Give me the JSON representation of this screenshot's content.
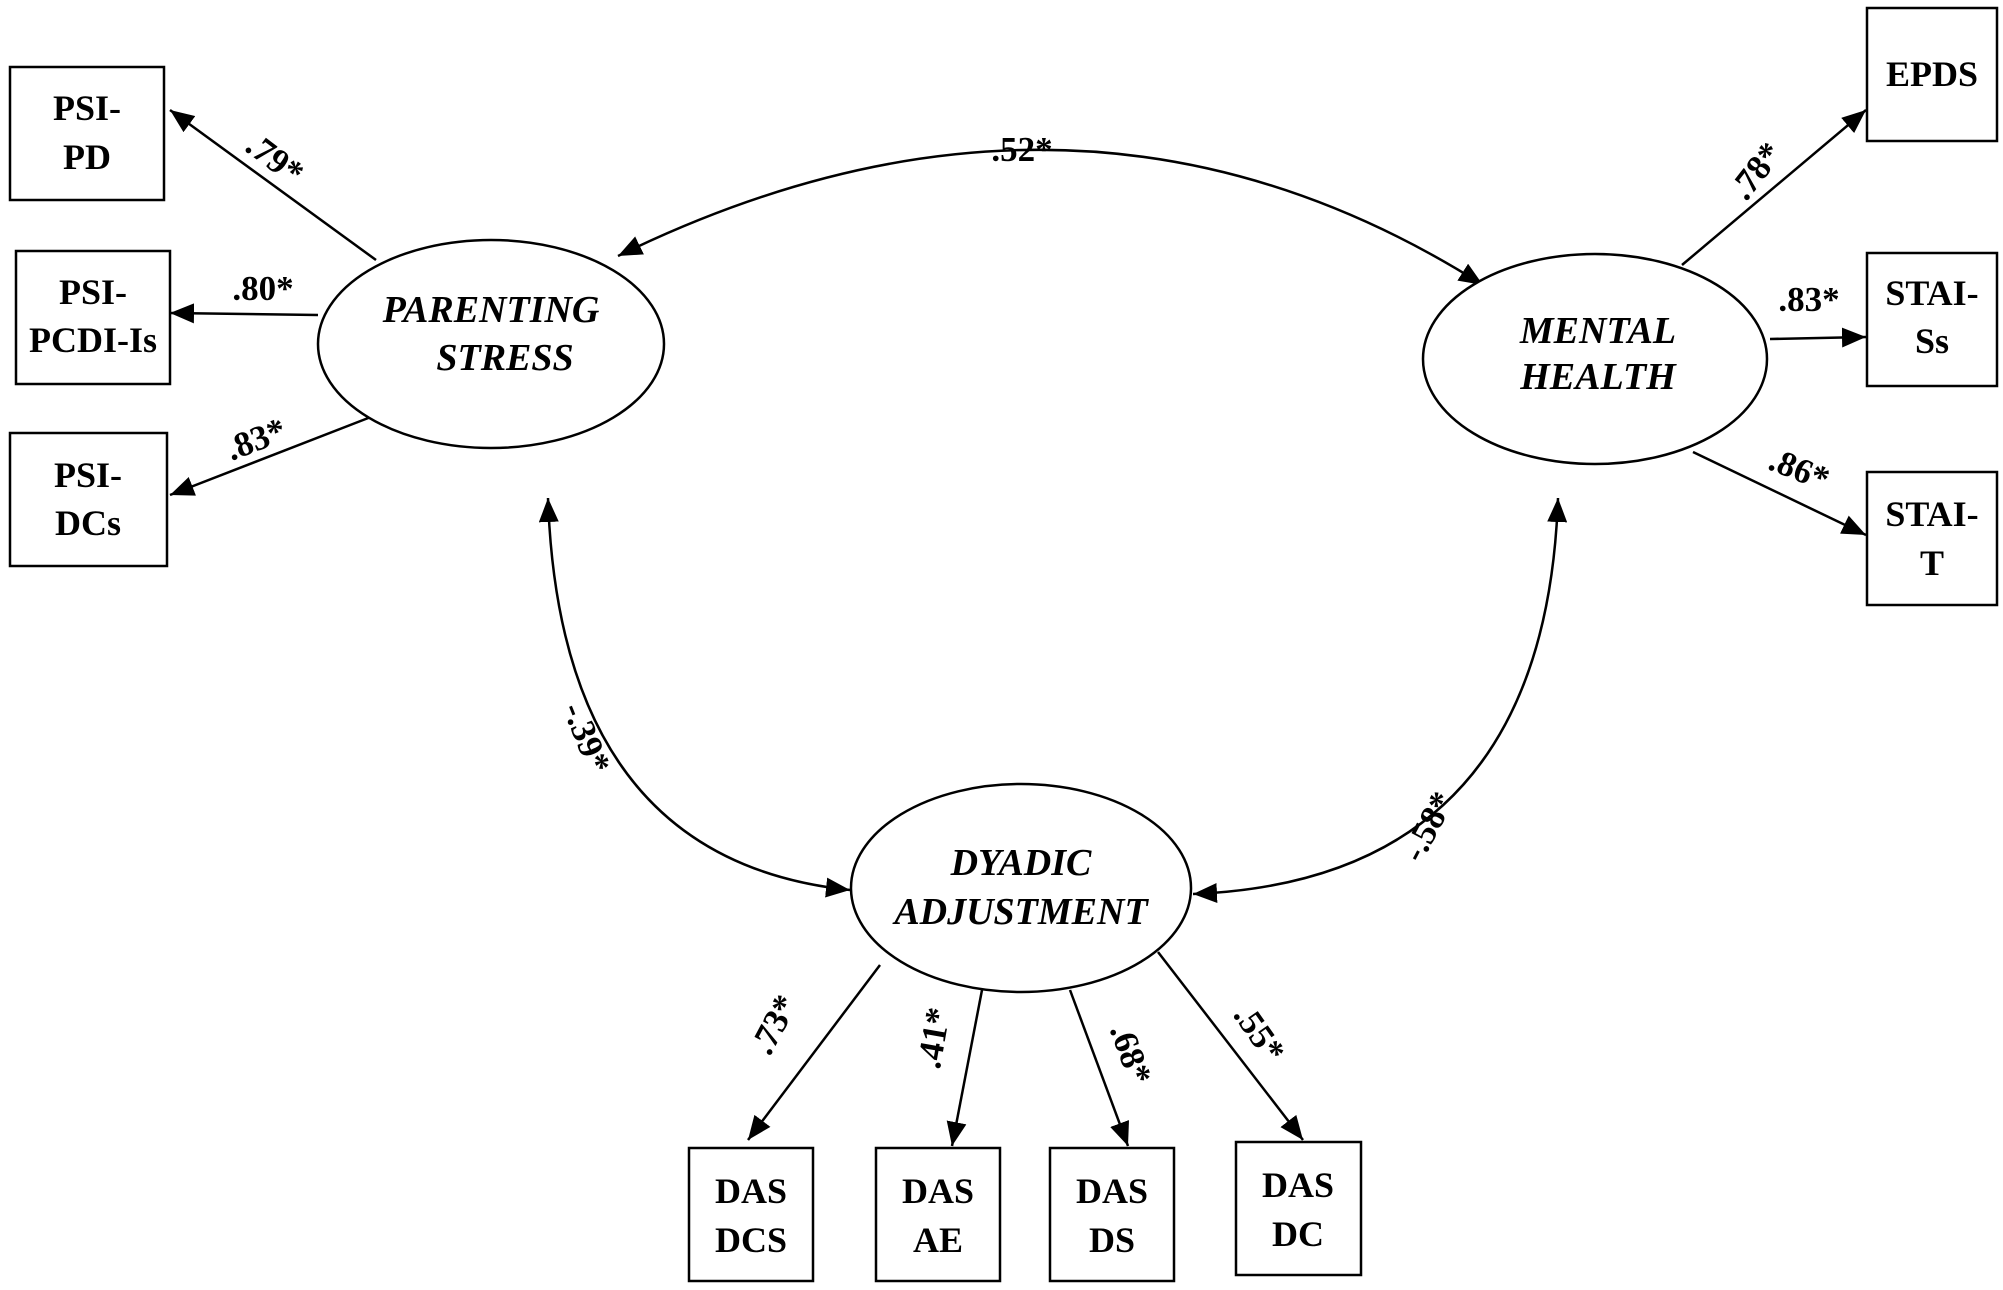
{
  "latents": {
    "parenting": {
      "line1": "PARENTING",
      "line2": "STRESS"
    },
    "mental": {
      "line1": "MENTAL",
      "line2": "HEALTH"
    },
    "dyadic": {
      "line1": "DYADIC",
      "line2": "ADJUSTMENT"
    }
  },
  "indicators": {
    "psi_pd": {
      "line1": "PSI-",
      "line2": "PD"
    },
    "psi_pcdi": {
      "line1": "PSI-",
      "line2": "PCDI-Is"
    },
    "psi_dcs": {
      "line1": "PSI-",
      "line2": "DCs"
    },
    "epds": {
      "line1": "EPDS"
    },
    "stai_s": {
      "line1": "STAI-",
      "line2": "Ss"
    },
    "stai_t": {
      "line1": "STAI-",
      "line2": "T"
    },
    "das_dcs": {
      "line1": "DAS",
      "line2": "DCS"
    },
    "das_ae": {
      "line1": "DAS",
      "line2": "AE"
    },
    "das_ds": {
      "line1": "DAS",
      "line2": "DS"
    },
    "das_dc": {
      "line1": "DAS",
      "line2": "DC"
    }
  },
  "loadings": {
    "psi_pd": ".79*",
    "psi_pcdi": ".80*",
    "psi_dcs": ".83*",
    "epds": ".78*",
    "stai_s": ".83*",
    "stai_t": ".86*",
    "das_dcs": ".73*",
    "das_ae": ".41*",
    "das_ds": ".68*",
    "das_dc": ".55*"
  },
  "correlations": {
    "parenting_mental": ".52*",
    "parenting_dyadic": "-.39*",
    "mental_dyadic": "-.58*"
  }
}
